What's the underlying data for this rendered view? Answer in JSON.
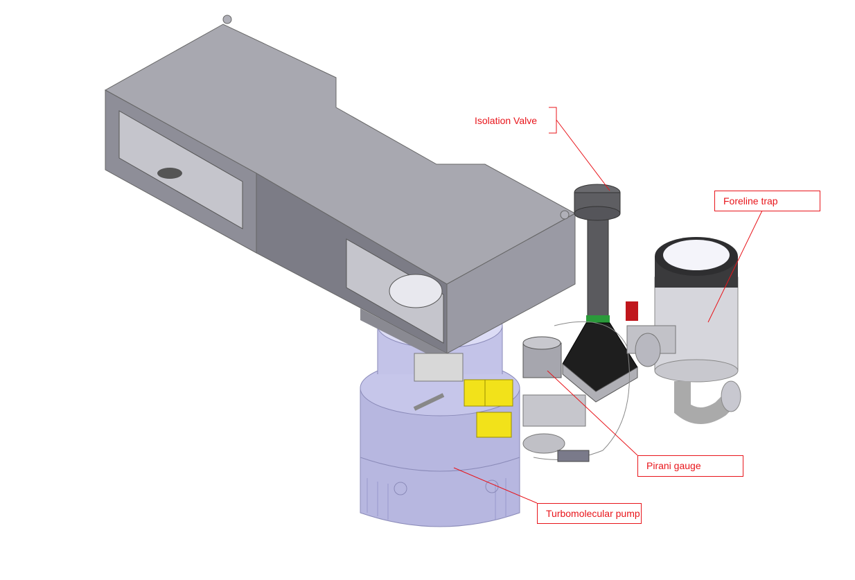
{
  "labels": {
    "isolation_valve": "Isolation Valve",
    "foreline_trap": "Foreline trap",
    "pirani_gauge": "Pirani gauge",
    "turbomolecular_pump": "Turbomolecular pump"
  },
  "colors": {
    "annotation": "#e8141a",
    "chamber": "#a6a6ae",
    "pump": "#b9b9e2",
    "valve_body": "#1e1e1e",
    "connector": "#f2e21a"
  }
}
